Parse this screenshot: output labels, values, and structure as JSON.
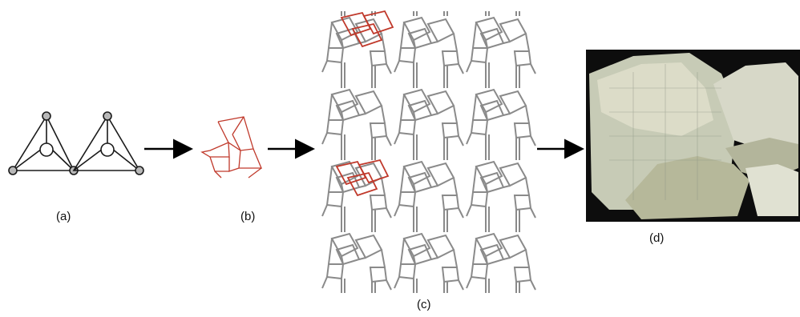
{
  "labels": {
    "a": "(a)",
    "b": "(b)",
    "c": "(c)",
    "d": "(d)"
  },
  "colors": {
    "line": "#1a1a1a",
    "node_fill": "#b8b8b8",
    "highlight": "#c0392b",
    "framework": "#808080",
    "photo_bg": "#0d0d0d"
  },
  "icons": [
    "tetrahedron-icon",
    "arrow-right-icon",
    "cage-unit-icon",
    "zeolite-framework-icon",
    "mineral-rock-photo"
  ]
}
